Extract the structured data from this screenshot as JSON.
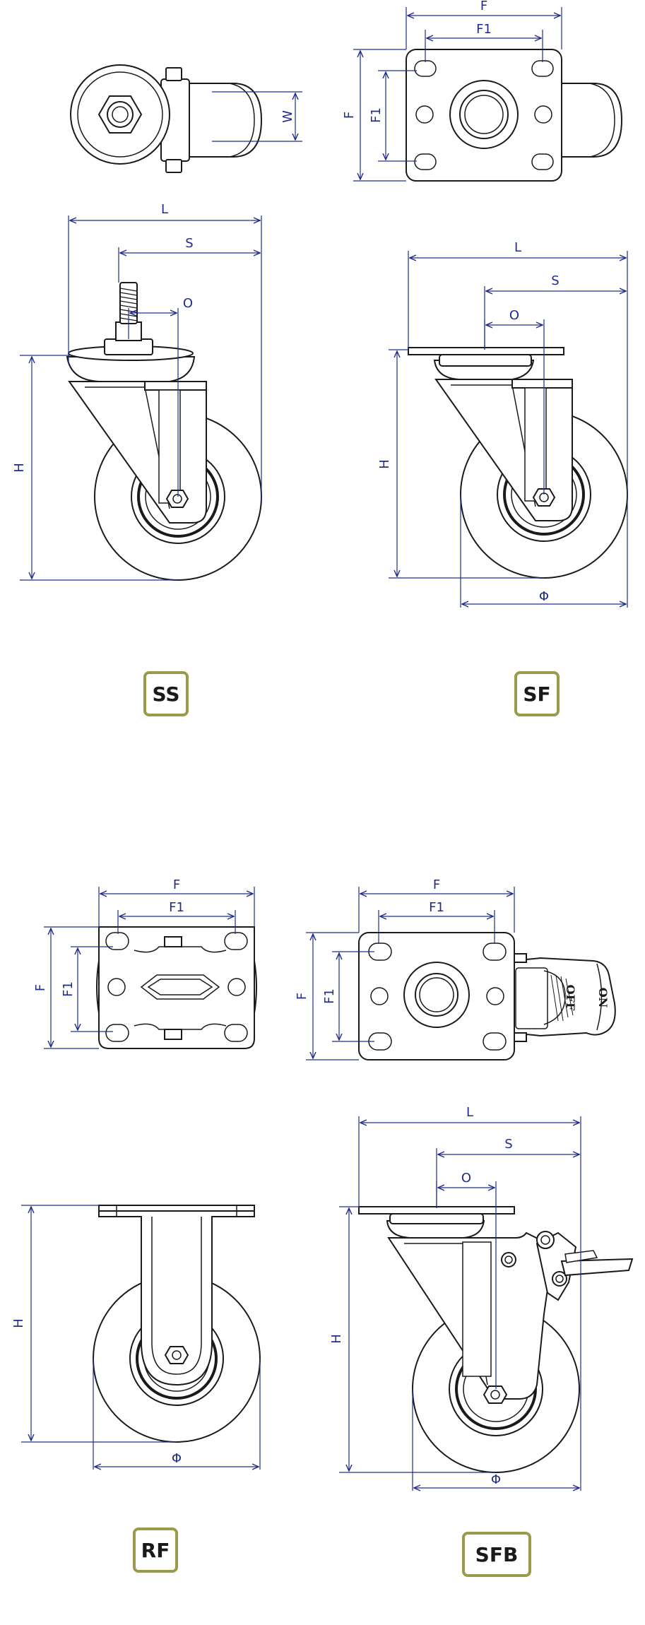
{
  "labels": {
    "L": "L",
    "S": "S",
    "O": "O",
    "H": "H",
    "W": "W",
    "F": "F",
    "F1": "F1",
    "PHI": "Φ",
    "OFF": "OFF",
    "ON": "ON"
  },
  "badges": {
    "ss": "SS",
    "sf": "SF",
    "rf": "RF",
    "sfb": "SFB"
  },
  "colors": {
    "dimension_line": "#1f2d8a",
    "drawing_line": "#1a1a1a",
    "badge_border": "#9a9a4d"
  }
}
